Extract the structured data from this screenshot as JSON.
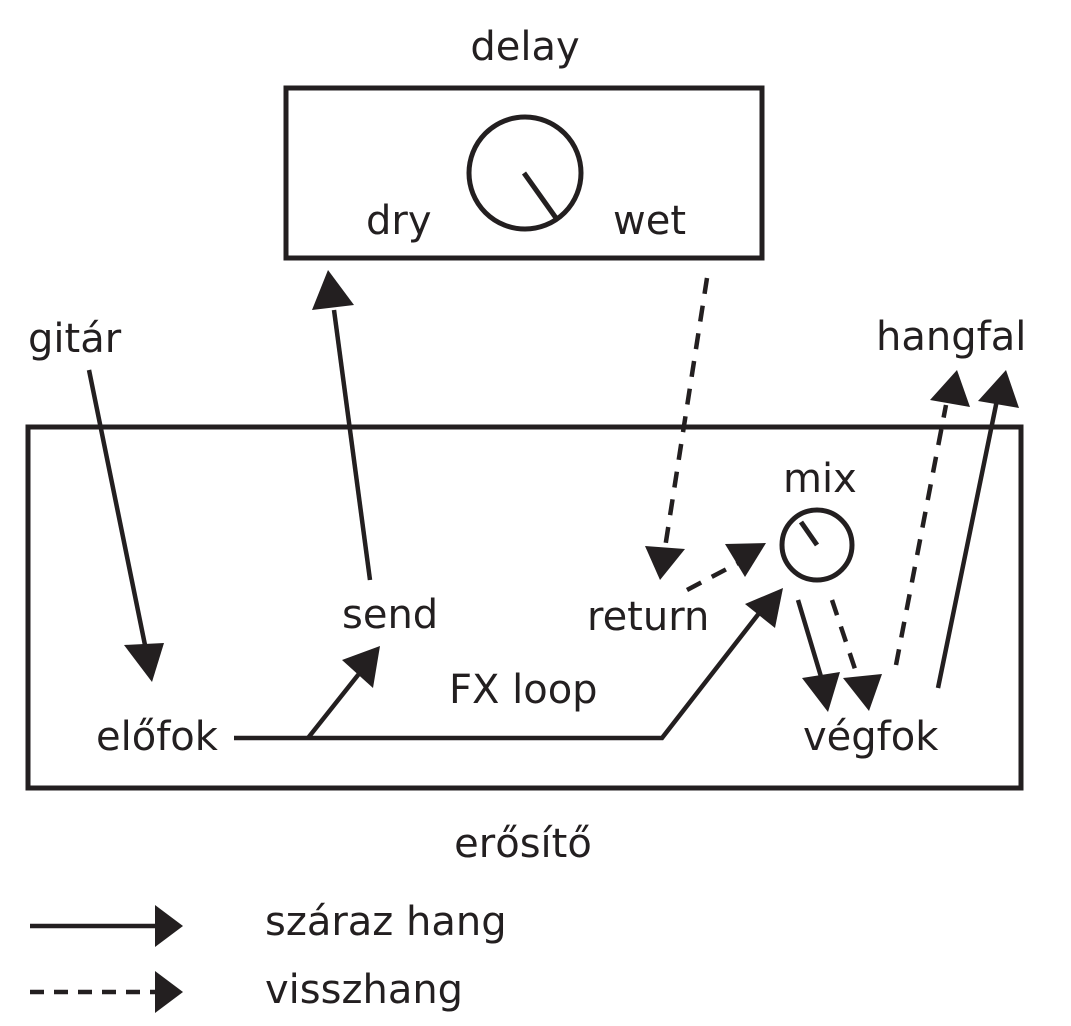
{
  "diagram": {
    "delay_unit": {
      "title": "delay",
      "knob_left_label": "dry",
      "knob_right_label": "wet"
    },
    "amplifier": {
      "title": "erősítő",
      "nodes": {
        "preamp": "előfok",
        "send": "send",
        "return": "return",
        "mix": "mix",
        "power_amp": "végfok",
        "fx_loop": "FX loop"
      }
    },
    "external": {
      "guitar": "gitár",
      "speaker": "hangfal"
    },
    "legend": [
      {
        "style": "solid",
        "label": "száraz hang"
      },
      {
        "style": "dashed",
        "label": "visszhang"
      }
    ],
    "colors": {
      "ink": "#231f20",
      "background": "#ffffff"
    }
  }
}
